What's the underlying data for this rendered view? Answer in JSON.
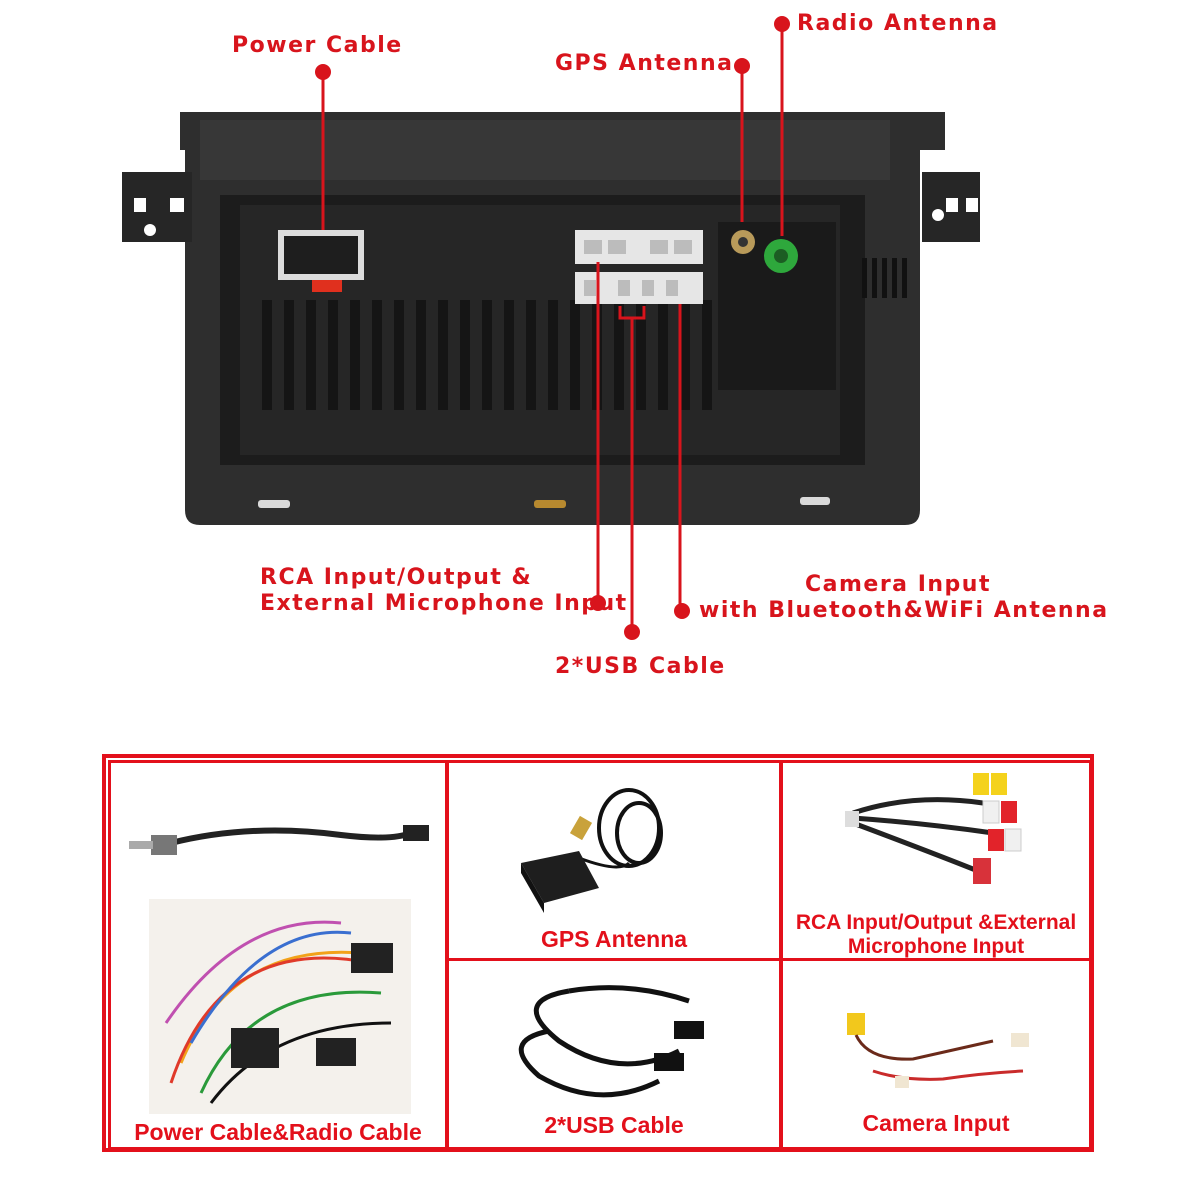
{
  "callouts": {
    "power_cable": "Power Cable",
    "gps_antenna": "GPS Antenna",
    "radio_antenna": "Radio Antenna",
    "rca_line1": "RCA Input/Output &",
    "rca_line2": "External Microphone Input",
    "camera_line1": "Camera Input",
    "camera_line2": "with Bluetooth&WiFi Antenna",
    "usb_cable": "2*USB Cable"
  },
  "accessories": {
    "power_radio": "Power Cable&Radio Cable",
    "gps": "GPS Antenna",
    "rca_line1": "RCA Input/Output &External",
    "rca_line2": "Microphone Input",
    "usb": "2*USB Cable",
    "camera": "Camera Input"
  },
  "colors": {
    "accent_red": "#d8141c",
    "unit_body": "#2b2b2b"
  }
}
